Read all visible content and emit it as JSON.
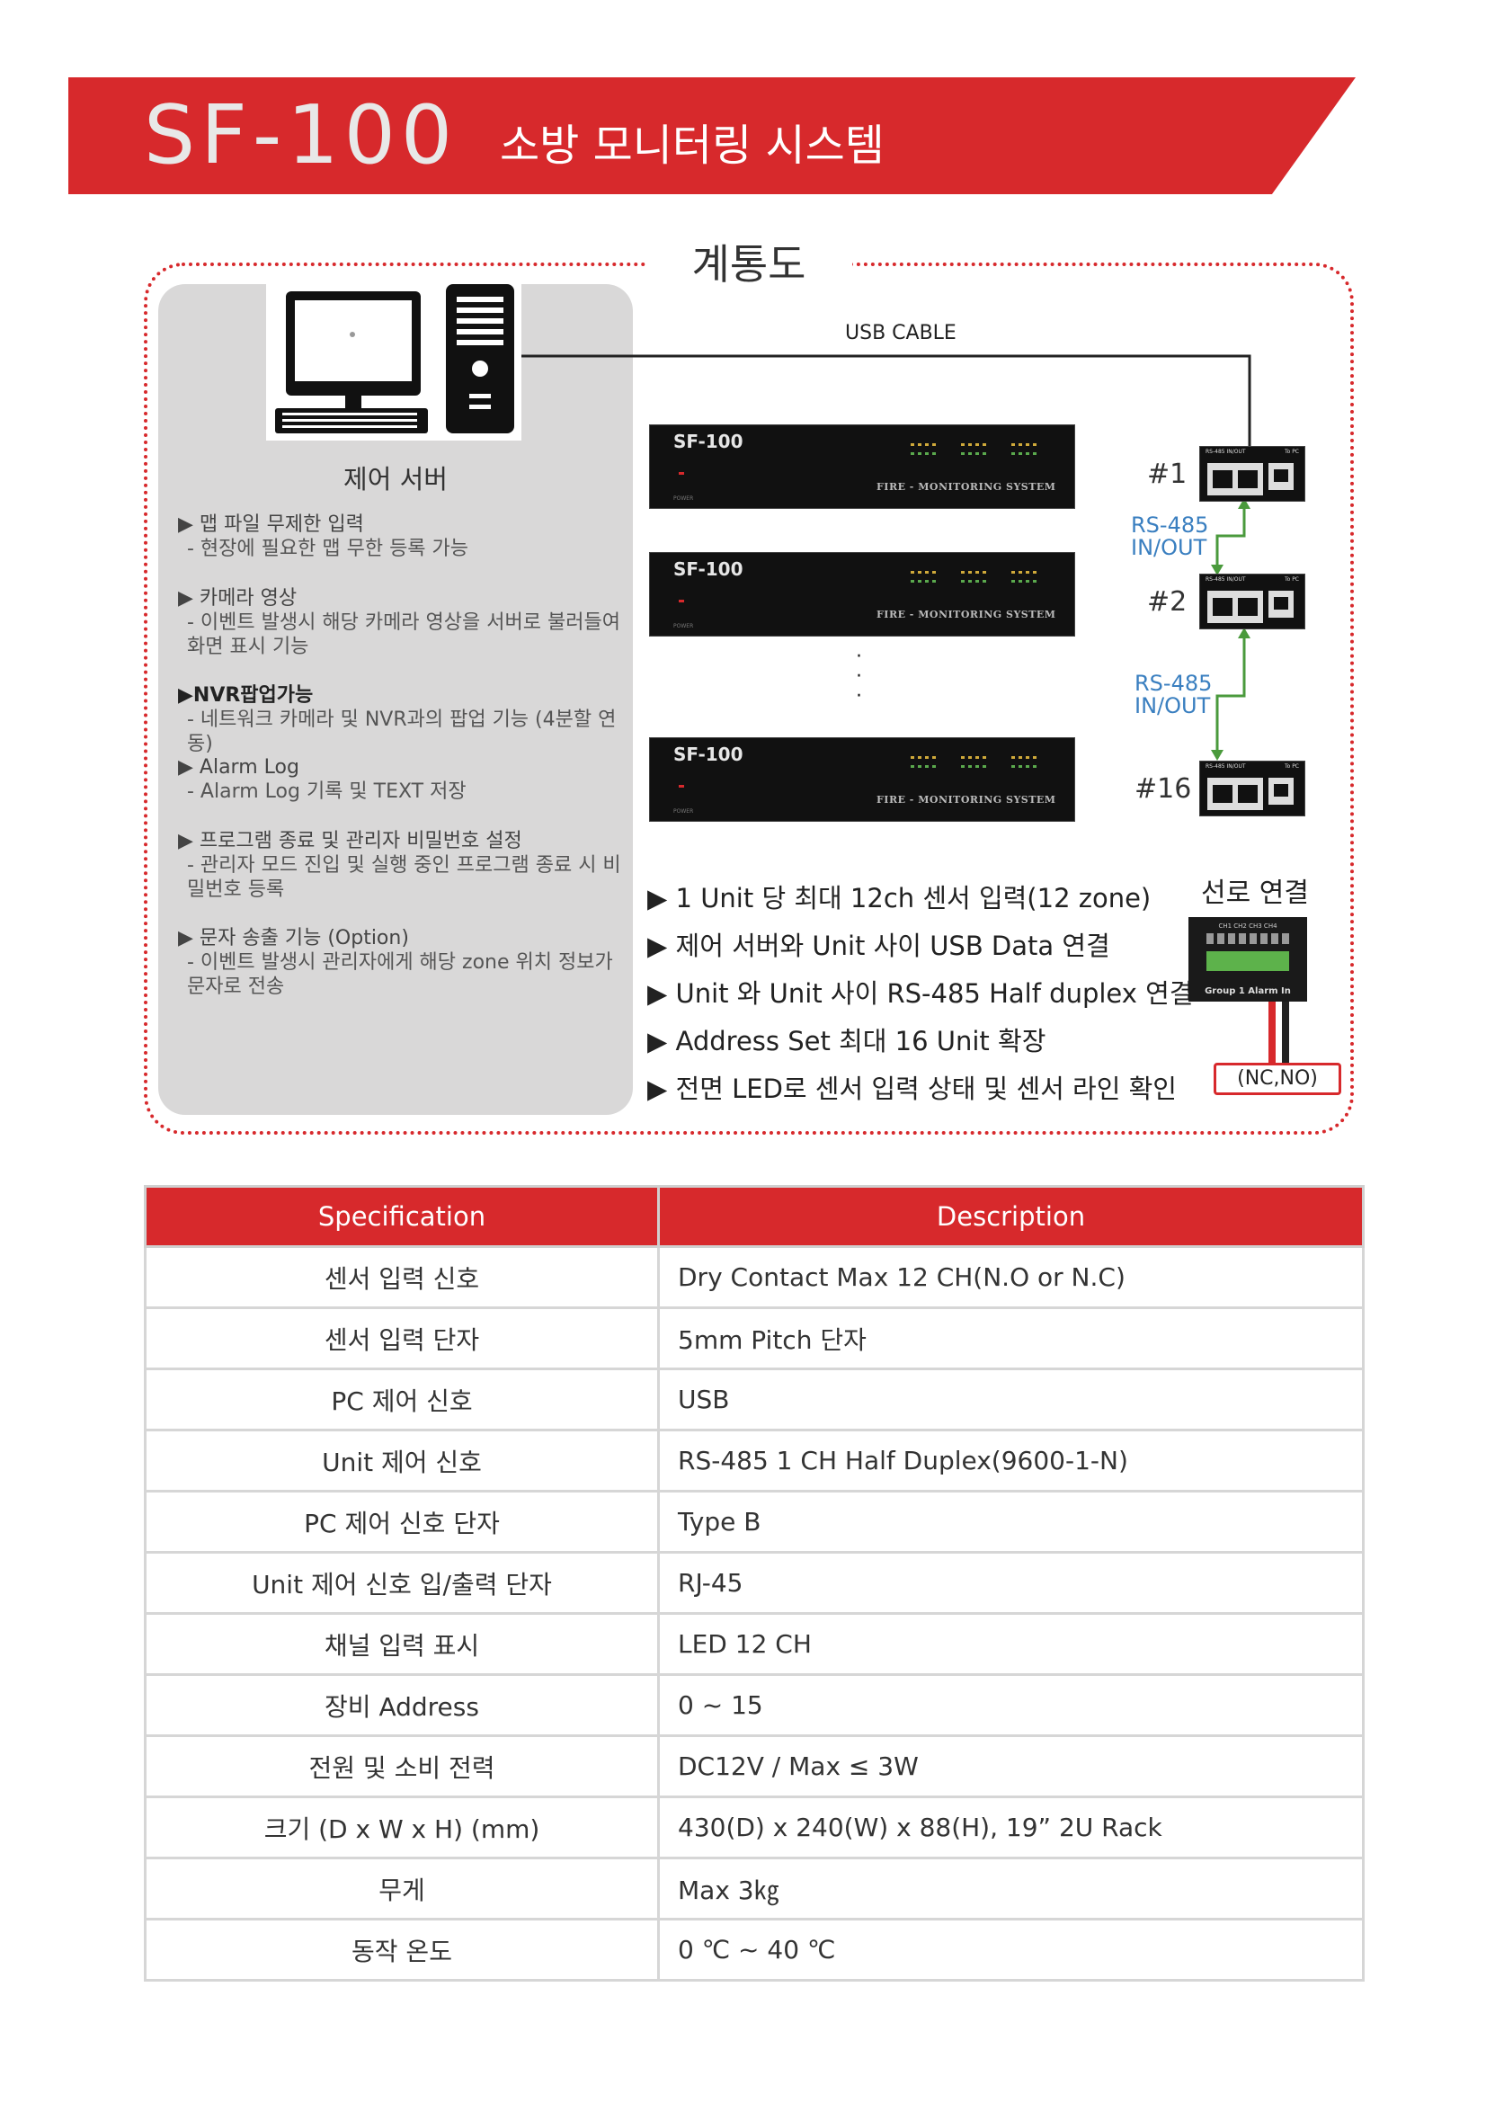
{
  "header": {
    "model": "SF-100",
    "subtitle": "소방 모니터링 시스템"
  },
  "diagram": {
    "title": "계통도",
    "usb_cable_label": "USB CABLE",
    "server_label": "제어 서버",
    "features": [
      {
        "title": "▶ 맵 파일 무제한 입력",
        "desc": "- 현장에 필요한 맵 무한 등록 가능",
        "bold": false
      },
      {
        "title": "▶ 카메라 영상",
        "desc": "- 이벤트 발생시 해당 카메라 영상을 서버로 불러들여 화면 표시 기능",
        "bold": false
      },
      {
        "title": "▶NVR팝업가능",
        "desc": "- 네트워크 카메라 및 NVR과의 팝업 기능 (4분할 연동)",
        "bold": true
      },
      {
        "title": "▶ Alarm Log",
        "desc": "- Alarm Log 기록 및 TEXT 저장",
        "bold": false
      },
      {
        "title": "▶ 프로그램 종료 및 관리자 비밀번호 설정",
        "desc": "- 관리자 모드 진입 및 실행 중인 프로그램 종료 시 비밀번호 등록",
        "bold": false
      },
      {
        "title": "▶ 문자 송출 기능 (Option)",
        "desc": "- 이벤트 발생시 관리자에게 해당 zone 위치 정보가 문자로 전송",
        "bold": false
      }
    ],
    "unit_name": "SF-100",
    "unit_front_text": "FIRE - MONITORING SYSTEM",
    "unit_power_label": "POWER",
    "connector_labels": {
      "rs485": "RS-485 IN/OUT",
      "pc": "To PC"
    },
    "unit_numbers": [
      "#1",
      "#2",
      "#16"
    ],
    "rs485_label_line1": "RS-485",
    "rs485_label_line2": "IN/OUT",
    "bullets": [
      "▶ 1 Unit 당 최대 12ch 센서 입력(12 zone)",
      "▶ 제어 서버와 Unit 사이 USB Data 연결",
      "▶ Unit 와 Unit 사이 RS-485 Half duplex 연결",
      "▶ Address Set 최대 16 Unit 확장",
      "▶  전면 LED로 센서 입력 상태 및 센서 라인 확인"
    ],
    "line_connection_title": "선로 연결",
    "terminal_label": "Group 1 Alarm In",
    "terminal_channels": "CH1 CH2 CH3 CH4",
    "ncno_label": "(NC,NO)"
  },
  "spec_table": {
    "headers": [
      "Specification",
      "Description"
    ],
    "rows": [
      [
        "센서 입력 신호",
        "Dry Contact Max 12 CH(N.O or N.C)"
      ],
      [
        "센서 입력 단자",
        "5mm Pitch 단자"
      ],
      [
        "PC 제어 신호",
        "USB"
      ],
      [
        "Unit 제어 신호",
        "RS-485 1 CH Half Duplex(9600-1-N)"
      ],
      [
        "PC 제어 신호 단자",
        "Type B"
      ],
      [
        "Unit 제어 신호 입/출력 단자",
        "RJ-45"
      ],
      [
        "채널 입력 표시",
        "LED 12 CH"
      ],
      [
        "장비 Address",
        "0 ~ 15"
      ],
      [
        "전원 및 소비 전력",
        "DC12V / Max ≤ 3W"
      ],
      [
        "크기 (D x W x H) (mm)",
        "430(D) x 240(W) x 88(H), 19” 2U Rack"
      ],
      [
        "무게",
        "Max 3㎏"
      ],
      [
        "동작 온도",
        "0 ℃ ~ 40 ℃"
      ]
    ]
  },
  "colors": {
    "brand_red": "#d7292c",
    "panel_grey": "#d9d8d8",
    "link_blue": "#3a7fc0",
    "arrow_green": "#4a9a3c"
  }
}
